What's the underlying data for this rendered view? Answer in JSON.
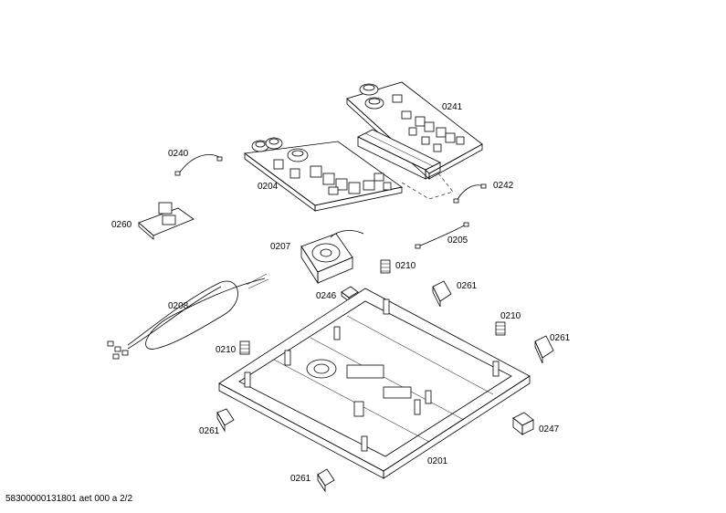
{
  "labels": {
    "p0241": "0241",
    "p0240": "0240",
    "p0204": "0204",
    "p0242": "0242",
    "p0260": "0260",
    "p0207": "0207",
    "p0205": "0205",
    "p0210_a": "0210",
    "p0246": "0246",
    "p0261_a": "0261",
    "p0208": "0208",
    "p0210_b": "0210",
    "p0261_b": "0261",
    "p0210_c": "0210",
    "p0261_c": "0261",
    "p0247": "0247",
    "p0201": "0201",
    "p0261_d": "0261"
  },
  "footer": {
    "reference": "58300000131801 aet 000 a 2/2"
  }
}
